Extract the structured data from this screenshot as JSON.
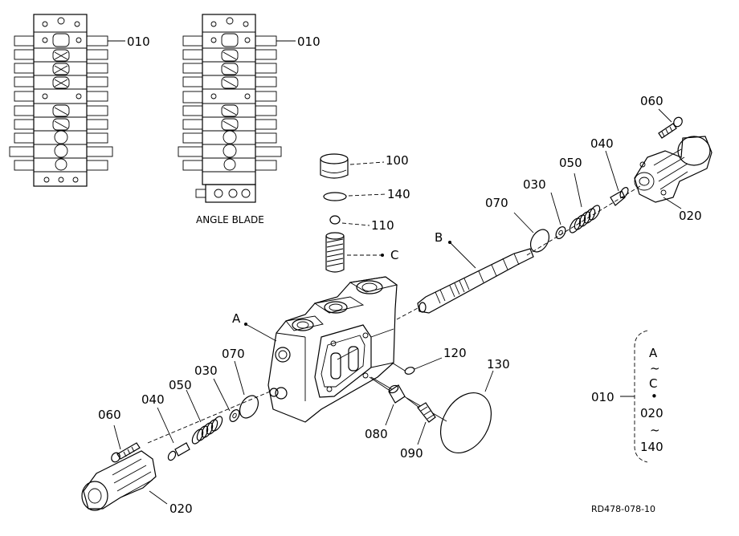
{
  "labels": {
    "top_left_010": "010",
    "top_mid_010": "010",
    "angle_blade": "ANGLE BLADE",
    "p100": "100",
    "p140": "140",
    "p110": "110",
    "pC": "C",
    "pB": "B",
    "pA": "A",
    "r070": "070",
    "r030": "030",
    "r050": "050",
    "r040": "040",
    "r060": "060",
    "r020": "020",
    "p120": "120",
    "p130": "130",
    "p080": "080",
    "p090": "090",
    "l070": "070",
    "l030": "030",
    "l050": "050",
    "l040": "040",
    "l060": "060",
    "l020": "020",
    "legend_010": "010",
    "legend_A": "A",
    "legend_tilde1": "~",
    "legend_C": "C",
    "legend_dot": "•",
    "legend_020": "020",
    "legend_tilde2": "~",
    "legend_140": "140",
    "drawing_ref": "RD478-078-10"
  },
  "colors": {
    "line": "#000000",
    "background": "#ffffff"
  }
}
